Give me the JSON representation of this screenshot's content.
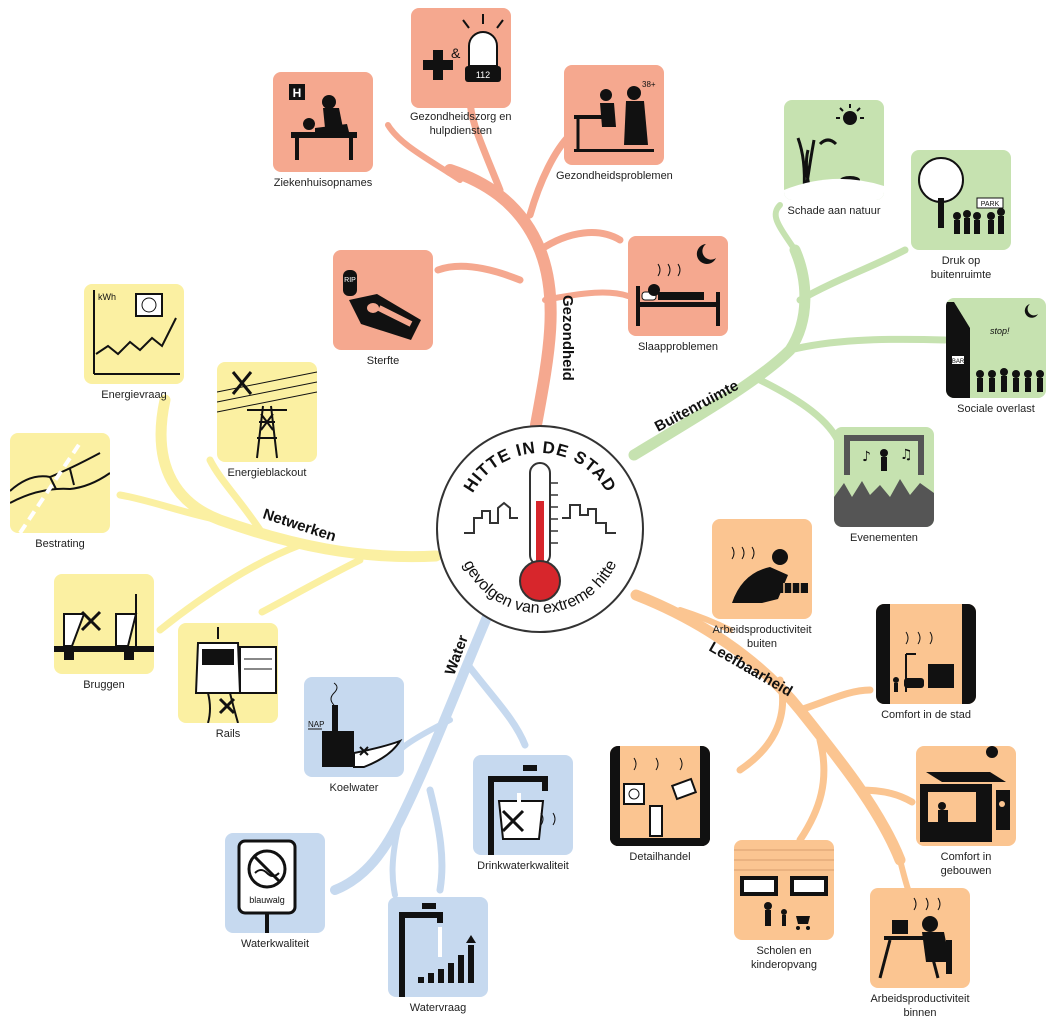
{
  "center": {
    "title": "HITTE IN DE STAD",
    "subtitle": "gevolgen van extreme hitte"
  },
  "branches": {
    "gezondheid": "Gezondheid",
    "buitenruimte": "Buitenruimte",
    "leefbaarheid": "Leefbaarheid",
    "water": "Water",
    "netwerken": "Netwerken"
  },
  "colors": {
    "gezondheid": "#f5a88f",
    "buitenruimte": "#c6e2b0",
    "leefbaarheid": "#fbc591",
    "water": "#c6d9ef",
    "netwerken": "#fbf0a2"
  },
  "nodes": {
    "ziekenhuis": {
      "label": "Ziekenhuisopnames",
      "icon": "hospital-bed-icon",
      "badge": "H"
    },
    "hulpdiensten": {
      "label1": "Gezondheidszorg en",
      "label2": "hulpdiensten",
      "icon": "ambulance-siren-icon",
      "badge": "112"
    },
    "gezondheidsproblemen": {
      "label": "Gezondheidsproblemen",
      "icon": "doctor-patient-icon",
      "badge": "38+"
    },
    "sterfte": {
      "label": "Sterfte",
      "icon": "coffin-icon",
      "badge": "RIP"
    },
    "slaapproblemen": {
      "label": "Slaapproblemen",
      "icon": "sleeping-person-icon"
    },
    "natuur": {
      "label": "Schade aan natuur",
      "icon": "wilted-plant-icon"
    },
    "druk": {
      "label1": "Druk op",
      "label2": "buitenruimte",
      "icon": "crowded-park-icon",
      "badge": "PARK"
    },
    "overlast": {
      "label": "Sociale overlast",
      "icon": "noisy-bar-icon",
      "badge": "BAR",
      "badge2": "stop!"
    },
    "evenementen": {
      "label": "Evenementen",
      "icon": "concert-crowd-icon"
    },
    "arbeid_buiten": {
      "label1": "Arbeidsproductiviteit",
      "label2": "buiten",
      "icon": "outdoor-worker-icon"
    },
    "comfort_stad": {
      "label": "Comfort in de stad",
      "icon": "street-traffic-icon"
    },
    "comfort_gebouwen": {
      "label1": "Comfort in",
      "label2": "gebouwen",
      "icon": "building-heat-icon"
    },
    "detailhandel": {
      "label": "Detailhandel",
      "icon": "shop-interior-icon"
    },
    "scholen": {
      "label1": "Scholen en",
      "label2": "kinderopvang",
      "icon": "school-children-icon"
    },
    "arbeid_binnen": {
      "label1": "Arbeidsproductiviteit",
      "label2": "binnen",
      "icon": "office-worker-icon"
    },
    "energievraag": {
      "label": "Energievraag",
      "icon": "energy-demand-chart-icon",
      "badge": "kWh"
    },
    "blackout": {
      "label": "Energieblackout",
      "icon": "power-pylon-icon"
    },
    "bestrating": {
      "label": "Bestrating",
      "icon": "cracked-pavement-icon"
    },
    "bruggen": {
      "label": "Bruggen",
      "icon": "stuck-bridge-icon"
    },
    "rails": {
      "label": "Rails",
      "icon": "train-rails-icon"
    },
    "koelwater": {
      "label": "Koelwater",
      "icon": "factory-river-icon",
      "badge": "NAP"
    },
    "drinkwater": {
      "label": "Drinkwaterkwaliteit",
      "icon": "water-tap-glass-icon"
    },
    "waterkwaliteit": {
      "label": "Waterkwaliteit",
      "icon": "no-swimming-sign-icon",
      "badge": "blauwalg"
    },
    "watervraag": {
      "label": "Watervraag",
      "icon": "water-demand-icon"
    }
  }
}
